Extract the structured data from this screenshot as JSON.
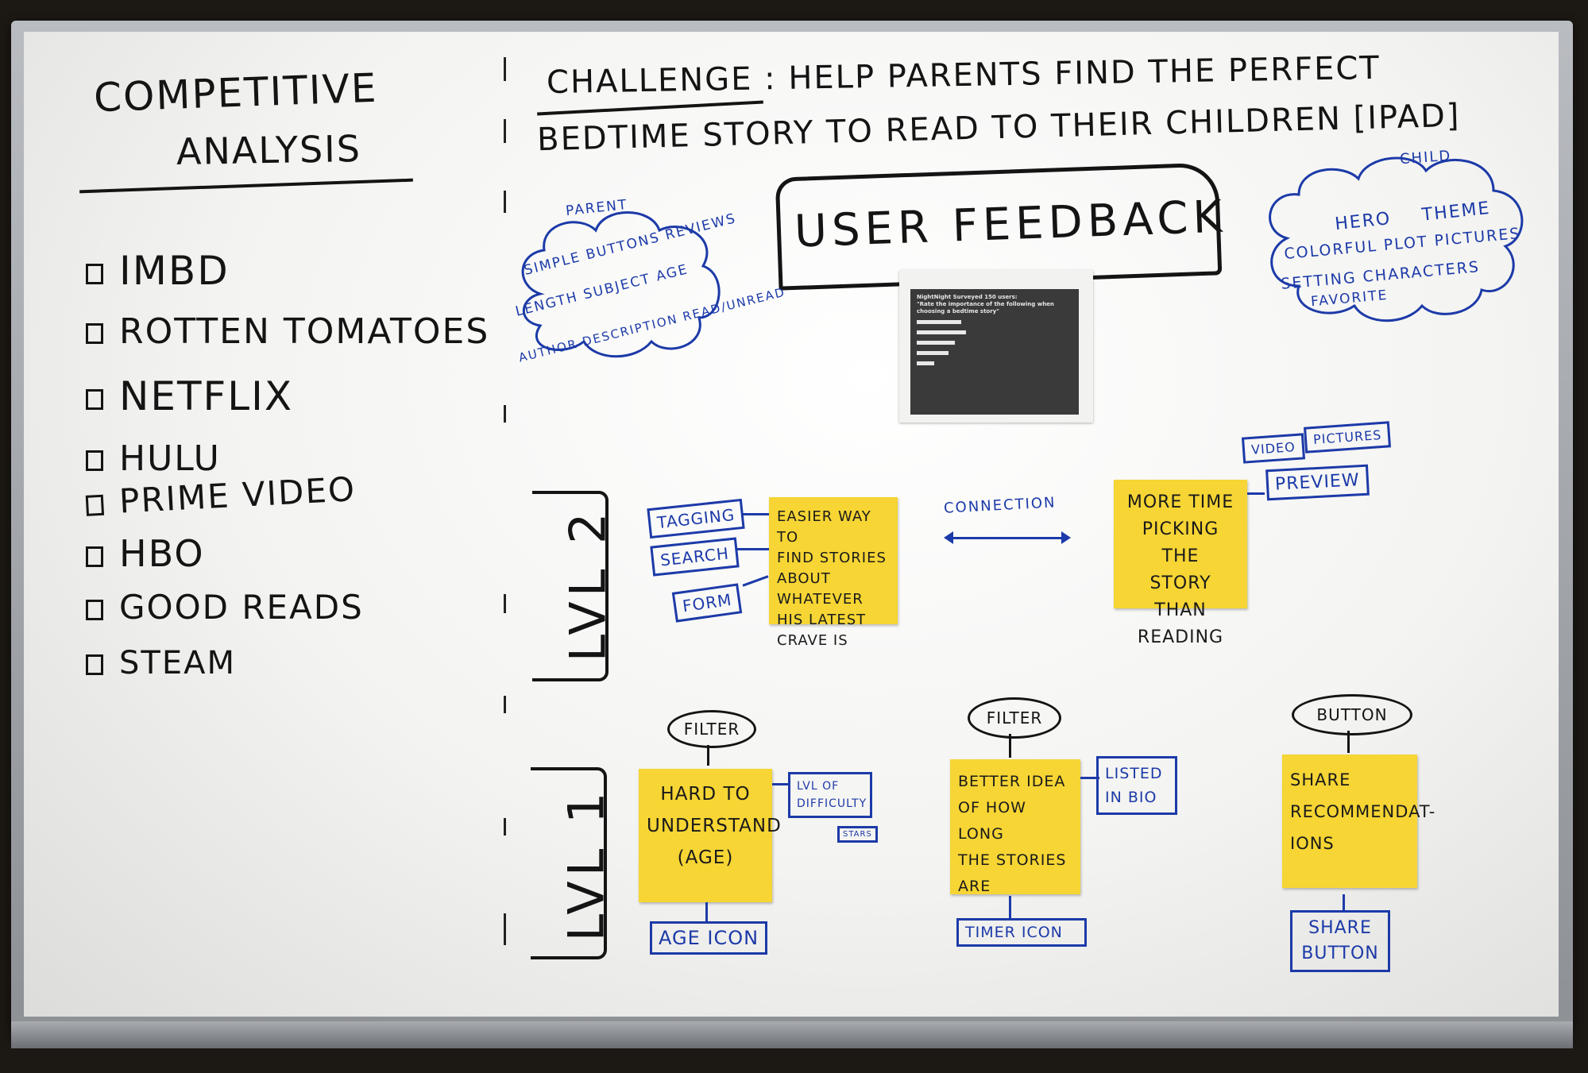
{
  "competitive_analysis": {
    "title_line1": "COMPETITIVE",
    "title_line2": "ANALYSIS",
    "items": [
      "IMBD",
      "ROTTEN TOMATOES",
      "NETFLIX",
      "HULU",
      "PRIME VIDEO",
      "HBO",
      "GOOD READS",
      "STEAM"
    ]
  },
  "challenge": {
    "line1": "CHALLENGE : HELP PARENTS FIND THE PERFECT",
    "line2": "BEDTIME STORY TO READ TO THEIR CHILDREN [IPAD]"
  },
  "user_feedback": {
    "title": "USER FEEDBACK"
  },
  "survey": {
    "title": "NightNight Surveyed 150 users:",
    "question": "\"Rate the importance of the following when choosing a bedtime story\""
  },
  "parent_cloud": {
    "label": "PARENT",
    "line1": "SIMPLE BUTTONS REVIEWS",
    "line2": "LENGTH SUBJECT AGE",
    "line3": "AUTHOR DESCRIPTION READ/UNREAD"
  },
  "child_cloud": {
    "label": "CHILD",
    "line1": "HERO THEME",
    "line2": "COLORFUL PLOT PICTURES",
    "line3": "SETTING CHARACTERS",
    "line4": "FAVORITE"
  },
  "levels": {
    "lvl2": "LVL 2",
    "lvl1": "LVL 1"
  },
  "lvl2": {
    "tags": [
      "TAGGING",
      "SEARCH",
      "FORM"
    ],
    "sticky_left": "EASIER WAY TO\nFIND STORIES\nABOUT WHATEVER\nHIS LATEST\nCRAVE IS",
    "connection": "CONNECTION",
    "sticky_right": "MORE TIME\nPICKING THE\nSTORY THAN\nREADING",
    "preview_tags": [
      "VIDEO",
      "PICTURES"
    ],
    "preview": "PREVIEW"
  },
  "lvl1": {
    "col1": {
      "oval": "FILTER",
      "sticky": "HARD TO\nUNDERSTAND\n(AGE)",
      "side_tag": "LVL OF DIFFICULTY",
      "small_tag": "STARS",
      "bottom_tag": "AGE ICON"
    },
    "col2": {
      "oval": "FILTER",
      "sticky": "BETTER IDEA\nOF HOW LONG\nTHE STORIES\nARE",
      "side_tag": "LISTED IN BIO",
      "bottom_tag": "TIMER ICON"
    },
    "col3": {
      "oval": "BUTTON",
      "sticky": "SHARE\nRECOMMENDAT-\nIONS",
      "bottom_tag": "SHARE BUTTON"
    }
  }
}
